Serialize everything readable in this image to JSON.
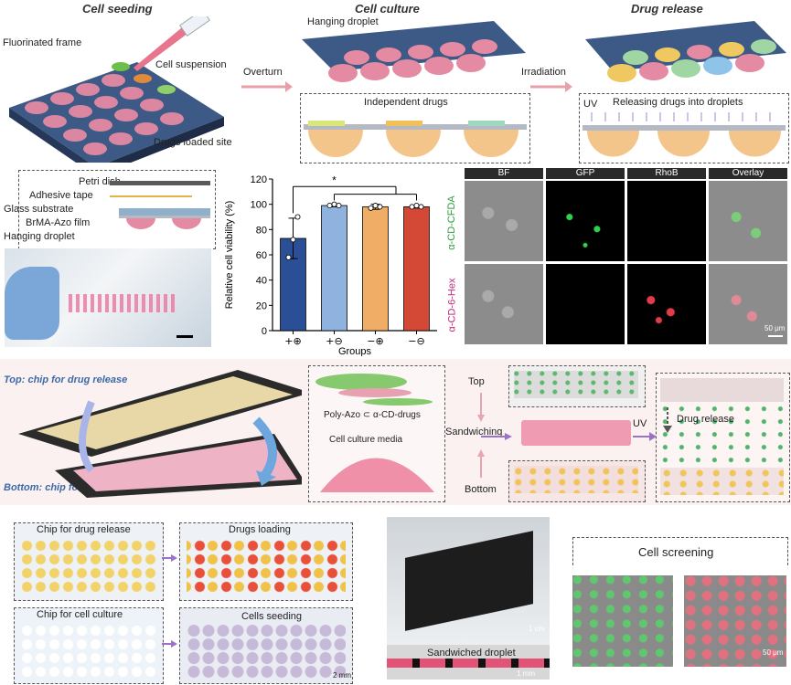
{
  "panel_a": {
    "title_seeding": "Cell seeding",
    "title_culture": "Cell culture",
    "title_release": "Drug release",
    "fluorinated_frame": "Fluorinated frame",
    "cell_suspension": "Cell suspension",
    "drugs_loaded_site": "Drugs loaded site",
    "hanging_droplet": "Hanging droplet",
    "overturn": "Overturn",
    "irradiation": "Irradiation",
    "independent_drugs": "Independent drugs",
    "uv": "UV",
    "releasing_drugs": "Releasing drugs into droplets"
  },
  "panel_b": {
    "petri_dish": "Petri dish",
    "adhesive_tape": "Adhesive tape",
    "glass_substrate": "Glass substrate",
    "film": "BrMA-Azo film",
    "hanging_droplet": "Hanging droplet"
  },
  "chart_data": {
    "type": "bar",
    "categories": [
      "+⊕",
      "+⊖",
      "−⊕",
      "−⊖"
    ],
    "values": [
      73,
      99,
      98,
      98
    ],
    "errors": [
      16,
      1,
      2,
      1
    ],
    "points": [
      [
        58,
        72,
        90
      ],
      [
        99,
        100,
        99
      ],
      [
        97,
        99,
        98
      ],
      [
        98,
        99,
        98
      ]
    ],
    "colors": [
      "#2b4f96",
      "#8fb3de",
      "#f0ad65",
      "#d44836"
    ],
    "xlabel": "Groups",
    "ylabel": "Relative cell viability (%)",
    "ylim": [
      0,
      120
    ],
    "yticks": [
      0,
      20,
      40,
      60,
      80,
      100,
      120
    ],
    "significance": "*"
  },
  "panel_d": {
    "col_headers": [
      "BF",
      "GFP",
      "RhoB",
      "Overlay"
    ],
    "row1_label": "α-CD-CFDA",
    "row2_label": "α-CD-6-Hex",
    "scale": "50 μm",
    "row1_color": "#2e9e3e",
    "row2_color": "#c0287a"
  },
  "panel_e": {
    "top_label": "Top: chip for drug release",
    "bottom_label": "Bottom: chip for cell culture",
    "poly_azo": "Poly-Azo ⊂ α-CD-drugs",
    "culture_media": "Cell culture media",
    "top": "Top",
    "bottom": "Bottom",
    "sandwiching": "Sandwiching",
    "uv": "UV",
    "drug_release": "Drug release"
  },
  "panel_f": {
    "chip_drug": "Chip for drug release",
    "drugs_loading": "Drugs loading",
    "chip_culture": "Chip for cell culture",
    "cells_seeding": "Cells seeding",
    "scale_2mm": "2 mm",
    "cm": "1 cm",
    "mm": "1 mm",
    "sandwiched": "Sandwiched droplet",
    "cell_screening": "Cell screening",
    "scale_50": "50 μm"
  }
}
